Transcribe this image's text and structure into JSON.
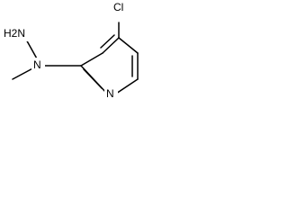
{
  "molecule": {
    "atoms": {
      "chlorine": "Cl",
      "hydrazine_nh2": "H2N",
      "hydrazine_n": "N",
      "pyridine_n": "N"
    }
  }
}
